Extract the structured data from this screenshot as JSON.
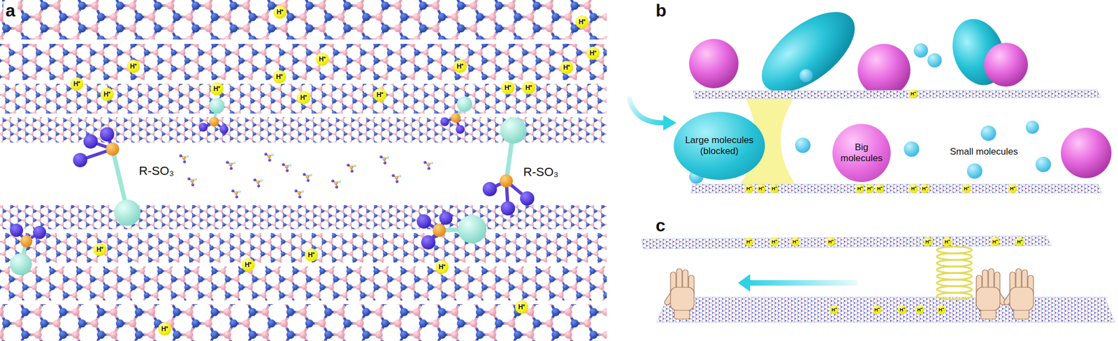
{
  "diagram": {
    "nodes": [
      {
        "text": [
          "H⁺"
        ]
      },
      {
        "text": [
          "H⁺"
        ]
      },
      {
        "text": [
          "H⁺"
        ]
      },
      {
        "text": [
          "H⁺"
        ]
      },
      {
        "text": [
          "H⁺"
        ]
      },
      {
        "text": [
          "H⁺"
        ]
      },
      {
        "text": [
          "H⁺"
        ]
      },
      {
        "text": [
          "H⁺"
        ]
      },
      {
        "text": [
          "H⁺"
        ]
      },
      {
        "text": [
          "H⁺"
        ]
      },
      {
        "text": [
          "H⁺"
        ]
      },
      {
        "text": [
          "H⁺"
        ]
      },
      {
        "text": [
          "H⁺"
        ]
      },
      {
        "text": [
          "H⁺"
        ]
      },
      {
        "text": [
          "H⁺"
        ]
      },
      {
        "text": [
          "H⁺"
        ]
      },
      {
        "text": [
          "H⁺"
        ]
      },
      {
        "text": [
          "H⁺"
        ]
      },
      {
        "text": [
          "H⁺"
        ]
      },
      {
        "text": [
          "H⁺"
        ]
      },
      {
        "text": [
          "H⁺"
        ]
      },
      {
        "text": [
          "Large molecules (blocked)"
        ]
      },
      {
        "text": [
          "Big molecules"
        ]
      },
      {
        "text": [
          "H⁺"
        ]
      },
      {
        "text": [
          "H⁺"
        ]
      },
      {
        "text": [
          "H⁺"
        ]
      },
      {
        "text": [
          "H⁺"
        ]
      },
      {
        "text": [
          "H⁺"
        ]
      },
      {
        "text": [
          "H⁺"
        ]
      },
      {
        "text": [
          "H⁺"
        ]
      },
      {
        "text": [
          "H⁺"
        ]
      },
      {
        "text": [
          "H⁺"
        ]
      },
      {
        "text": [
          "H⁺"
        ]
      },
      {
        "text": [
          "H⁺"
        ]
      },
      {
        "text": [
          "H⁺"
        ]
      },
      {
        "text": [
          "H⁺"
        ]
      },
      {
        "text": [
          "H⁺"
        ]
      },
      {
        "text": [
          "H⁺"
        ]
      },
      {
        "text": [
          "H⁺"
        ]
      },
      {
        "text": [
          "H⁺"
        ]
      },
      {
        "text": [
          "H⁺"
        ]
      },
      {
        "text": [
          "H⁺"
        ]
      },
      {
        "text": [
          "H⁺"
        ]
      },
      {
        "text": [
          "H⁺"
        ]
      },
      {
        "text": [
          "H⁺"
        ]
      },
      {
        "text": [
          "H⁺"
        ]
      },
      {
        "text": [
          "H⁺"
        ]
      }
    ],
    "labels": [
      "a",
      "R-SO₃",
      "R-SO₃",
      "b",
      "Small molecules",
      "c"
    ]
  }
}
